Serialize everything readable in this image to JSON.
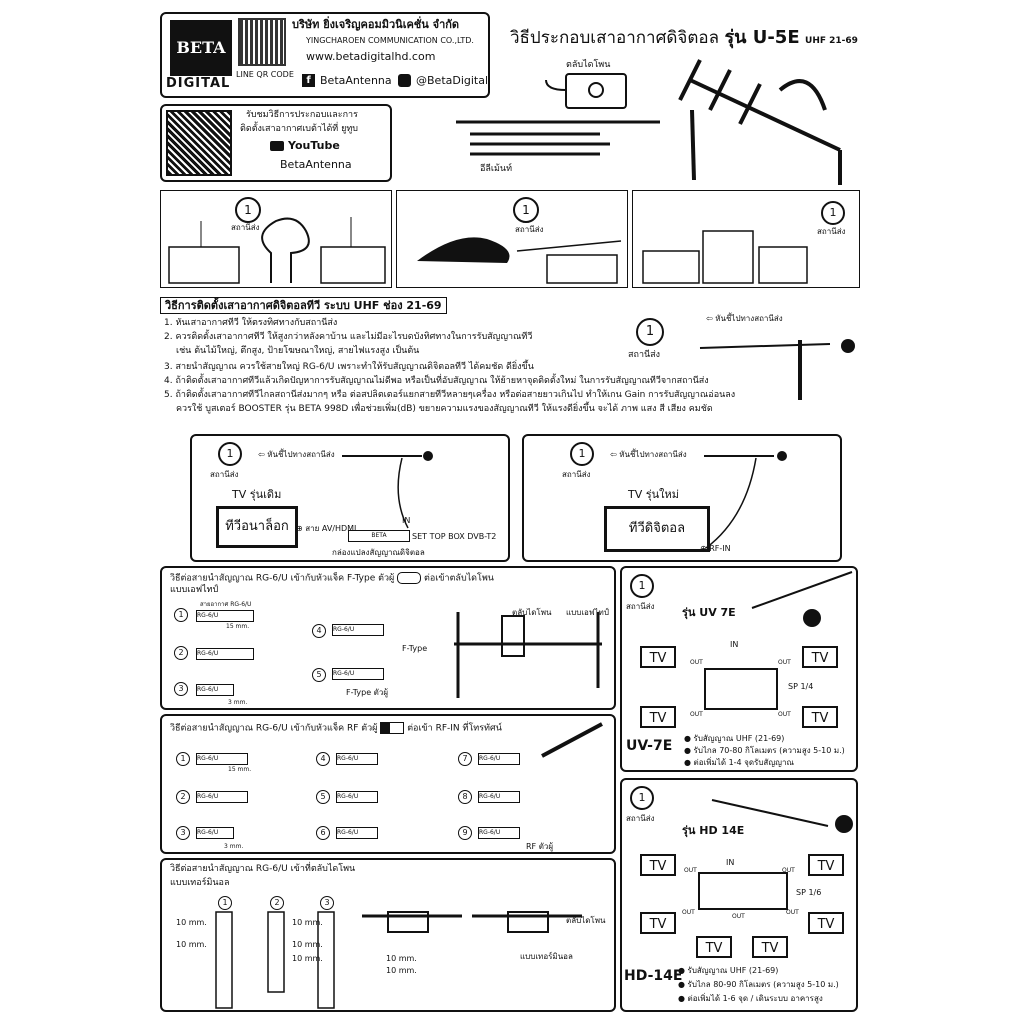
{
  "header": {
    "brand_top": "BETA",
    "brand_bottom": "DIGITAL",
    "qr_label": "LINE QR CODE",
    "company_th": "บริษัท ยิ่งเจริญคอมมิวนิเคชั่น จำกัด",
    "company_en": "YINGCHAROEN COMMUNICATION CO.,LTD.",
    "website": "www.betadigitalhd.com",
    "facebook": "BetaAntenna",
    "line": "@BetaDigital",
    "title_th": "วิธีประกอบเสาอากาศดิจิตอล",
    "title_model": "รุ่น U-5E",
    "title_band": "UHF 21-69"
  },
  "youtube": {
    "line1": "รับชมวิธีการประกอบและการ",
    "line2": "ติดตั้งเสาอากาศเบต้าได้ที่ ยูทูบ",
    "logo": "YouTube",
    "channel": "BetaAntenna"
  },
  "parts": {
    "balun_label": "ตลับไดโพน",
    "accessory_label": "อีลีเม้นท์"
  },
  "scenes": {
    "station_label": "สถานีส่ง",
    "num": "1"
  },
  "install": {
    "heading": "วิธีการติดตั้งเสาอากาศดิจิตอลทีวี ระบบ UHF ช่อง 21-69",
    "items": [
      "1. หันเสาอากาศทีวี ให้ตรงทิศทางกับสถานีส่ง",
      "2. ควรติดตั้งเสาอากาศทีวี ให้สูงกว่าหลังคาบ้าน และไม่มีอะไรบดบังทิศทางในการรับสัญญาณทีวี",
      "   เช่น ต้นไม้ใหญ่, ตึกสูง, ป้ายโฆษณาใหญ่, สายไฟแรงสูง เป็นต้น",
      "3. สายนำสัญญาณ ควรใช้สายใหญ่ RG-6/U เพราะทำให้รับสัญญาณดิจิตอลทีวี ได้คมชัด ดียิ่งขึ้น",
      "4. ถ้าติดตั้งเสาอากาศทีวีแล้วเกิดปัญหาการรับสัญญาณไม่ดีพอ หรือเป็นที่อับสัญญาณ ให้ย้ายหาจุดติดตั้งใหม่ ในการรับสัญญาณทีวีจากสถานีส่ง",
      "5. ถ้าติดตั้งเสาอากาศทีวีไกลสถานีส่งมากๆ หรือ ต่อสปลิตเตอร์แยกสายทีวีหลายๆเครื่อง หรือต่อสายยาวเกินไป ทำให้เกน Gain การรับสัญญาณอ่อนลง",
      "   ควรใช้ บูสเตอร์ BOOSTER รุ่น BETA 998D เพื่อช่วยเพิ่ม(dB) ขยายความแรงของสัญญาณทีวี ให้แรงดียิ่งขึ้น จะได้ ภาพ แสง สี เสียง คมชัด"
    ],
    "point_label": "หันชี้ไปทางสถานีส่ง",
    "station_label": "สถานีส่ง"
  },
  "tv_old": {
    "point_label": "หันชี้ไปทางสถานีส่ง",
    "station_label": "สถานีส่ง",
    "tv_label": "TV รุ่นเดิม",
    "screen": "ทีวีอนาล็อก",
    "av_label": "⊕ สาย AV/HDMI",
    "in_label": "IN",
    "stb_brand": "BETA",
    "stb_label": "SET TOP BOX DVB-T2",
    "stb_caption": "กล่องแปลงสัญญาณดิจิตอล"
  },
  "tv_new": {
    "point_label": "หันชี้ไปทางสถานีส่ง",
    "station_label": "สถานีส่ง",
    "tv_label": "TV รุ่นใหม่",
    "screen": "ทีวีดิจิตอล",
    "rf_label": "⊕ RF-IN"
  },
  "ftype": {
    "heading": "วิธีต่อสายนำสัญญาณ RG-6/U เข้ากับหัวแจ็ค F-Type ตัวผู้",
    "heading_tail": "ต่อเข้าตลับไดโพน",
    "sub": "แบบเอฟไทป์",
    "steps": [
      "1",
      "2",
      "3",
      "4",
      "5"
    ],
    "cable": "RG-6/U",
    "cable_top": "สายอากาศ RG-6/U",
    "mm15": "15 mm.",
    "mm3": "3 mm.",
    "ftype": "F-Type",
    "ftype_male": "F-Type ตัวผู้",
    "balun": "ตลับไดโพน",
    "type": "แบบเอฟไทป์"
  },
  "rfjack": {
    "heading": "วิธีต่อสายนำสัญญาณ RG-6/U เข้ากับหัวแจ็ค RF ตัวผู้",
    "heading_tail": "ต่อเข้า RF-IN ที่โทรทัศน์",
    "steps": [
      "1",
      "2",
      "3",
      "4",
      "5",
      "6",
      "7",
      "8",
      "9"
    ],
    "cable": "RG-6/U",
    "mm15": "15 mm.",
    "mm3": "3 mm.",
    "rf_male": "RF ตัวผู้"
  },
  "terminal": {
    "heading": "วิธีต่อสายนำสัญญาณ RG-6/U เข้าที่ตลับไดโพน",
    "sub": "แบบเทอร์มินอล",
    "steps": [
      "1",
      "2",
      "3"
    ],
    "mm10": "10 mm.",
    "balun": "ตลับไดโพน",
    "type": "แบบเทอร์มินอล",
    "cable": "RG-6/U"
  },
  "uv7e": {
    "station_label": "สถานีส่ง",
    "model": "รุ่น UV 7E",
    "tv": "TV",
    "out": "OUT",
    "in": "IN",
    "splitter": "SP 1/4",
    "name": "UV-7E",
    "features": [
      "● รับสัญญาณ UHF (21-69)",
      "● รับไกล 70-80 กิโลเมตร (ความสูง 5-10 ม.)",
      "● ต่อเพิ่มได้ 1-4 จุดรับสัญญาณ"
    ]
  },
  "hd14e": {
    "station_label": "สถานีส่ง",
    "model": "รุ่น HD 14E",
    "tv": "TV",
    "out": "OUT",
    "in": "IN",
    "splitter": "SP 1/6",
    "name": "HD-14E",
    "features": [
      "● รับสัญญาณ UHF (21-69)",
      "● รับไกล 80-90 กิโลเมตร (ความสูง 5-10 ม.)",
      "● ต่อเพิ่มได้ 1-6 จุด / เดินระบบ อาคารสูง"
    ]
  }
}
